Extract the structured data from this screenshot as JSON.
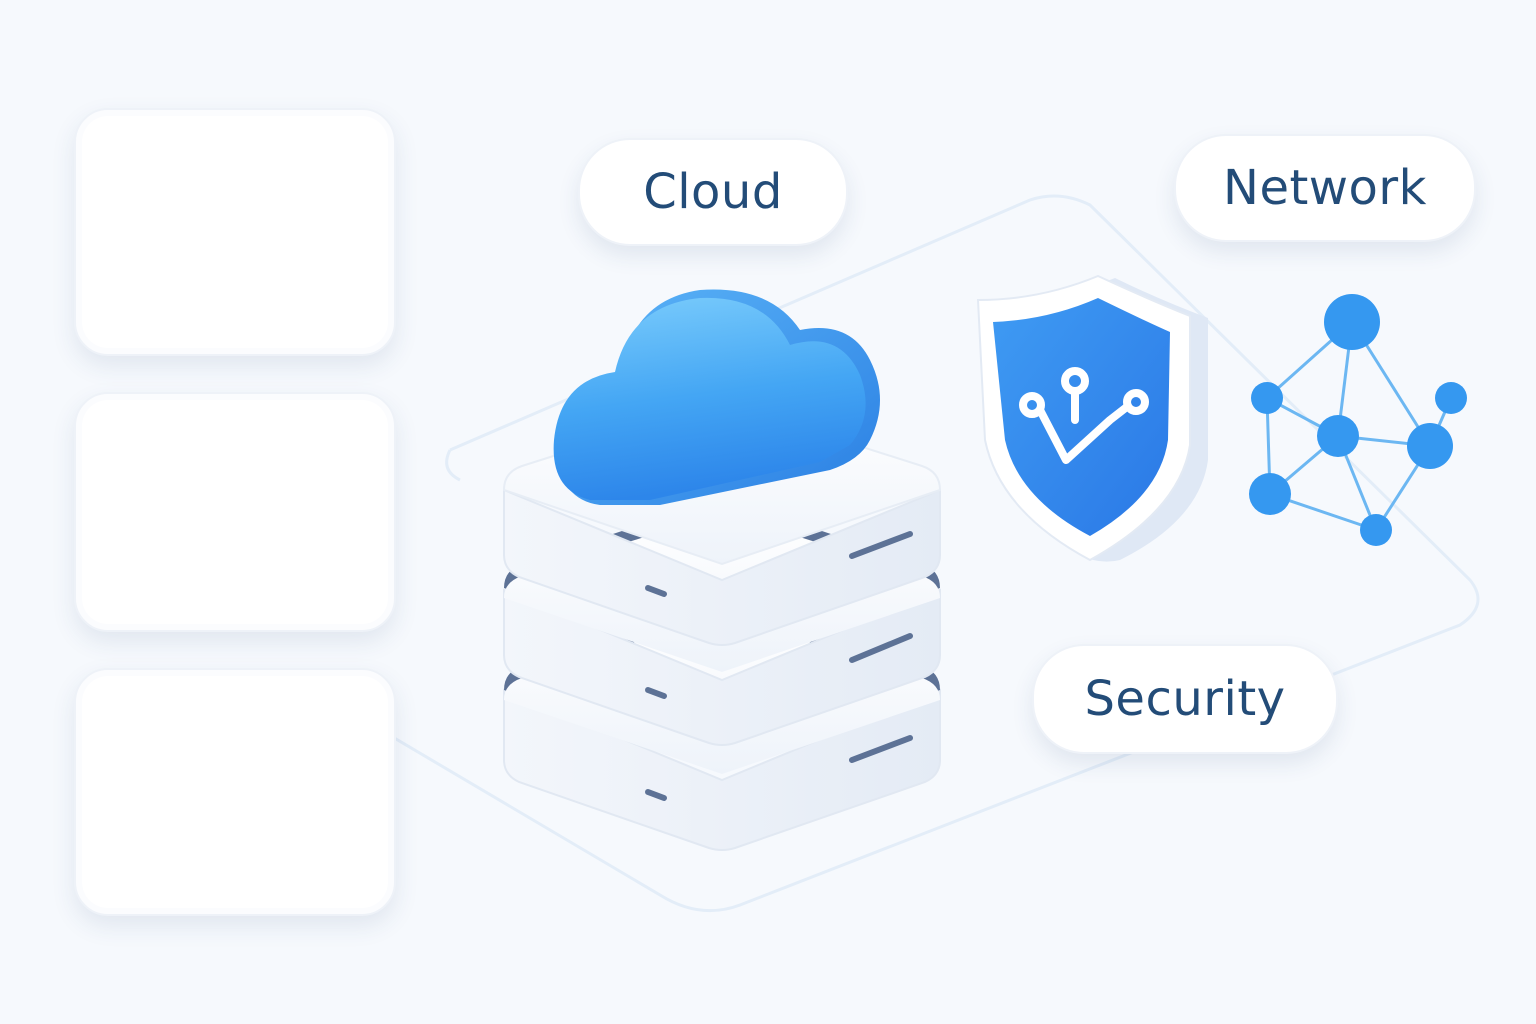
{
  "labels": {
    "cloud": "Cloud",
    "network": "Network",
    "security": "Security"
  },
  "icons": {
    "cloud": "cloud-icon",
    "server": "server-stack-icon",
    "shield": "shield-icon",
    "network": "network-graph-icon"
  },
  "colors": {
    "background": "#f6f9fd",
    "accent": "#2f8fee",
    "accent_light": "#6fc8fb",
    "text": "#234c78",
    "server_body": "#ffffff",
    "server_gap": "#5d7296"
  }
}
